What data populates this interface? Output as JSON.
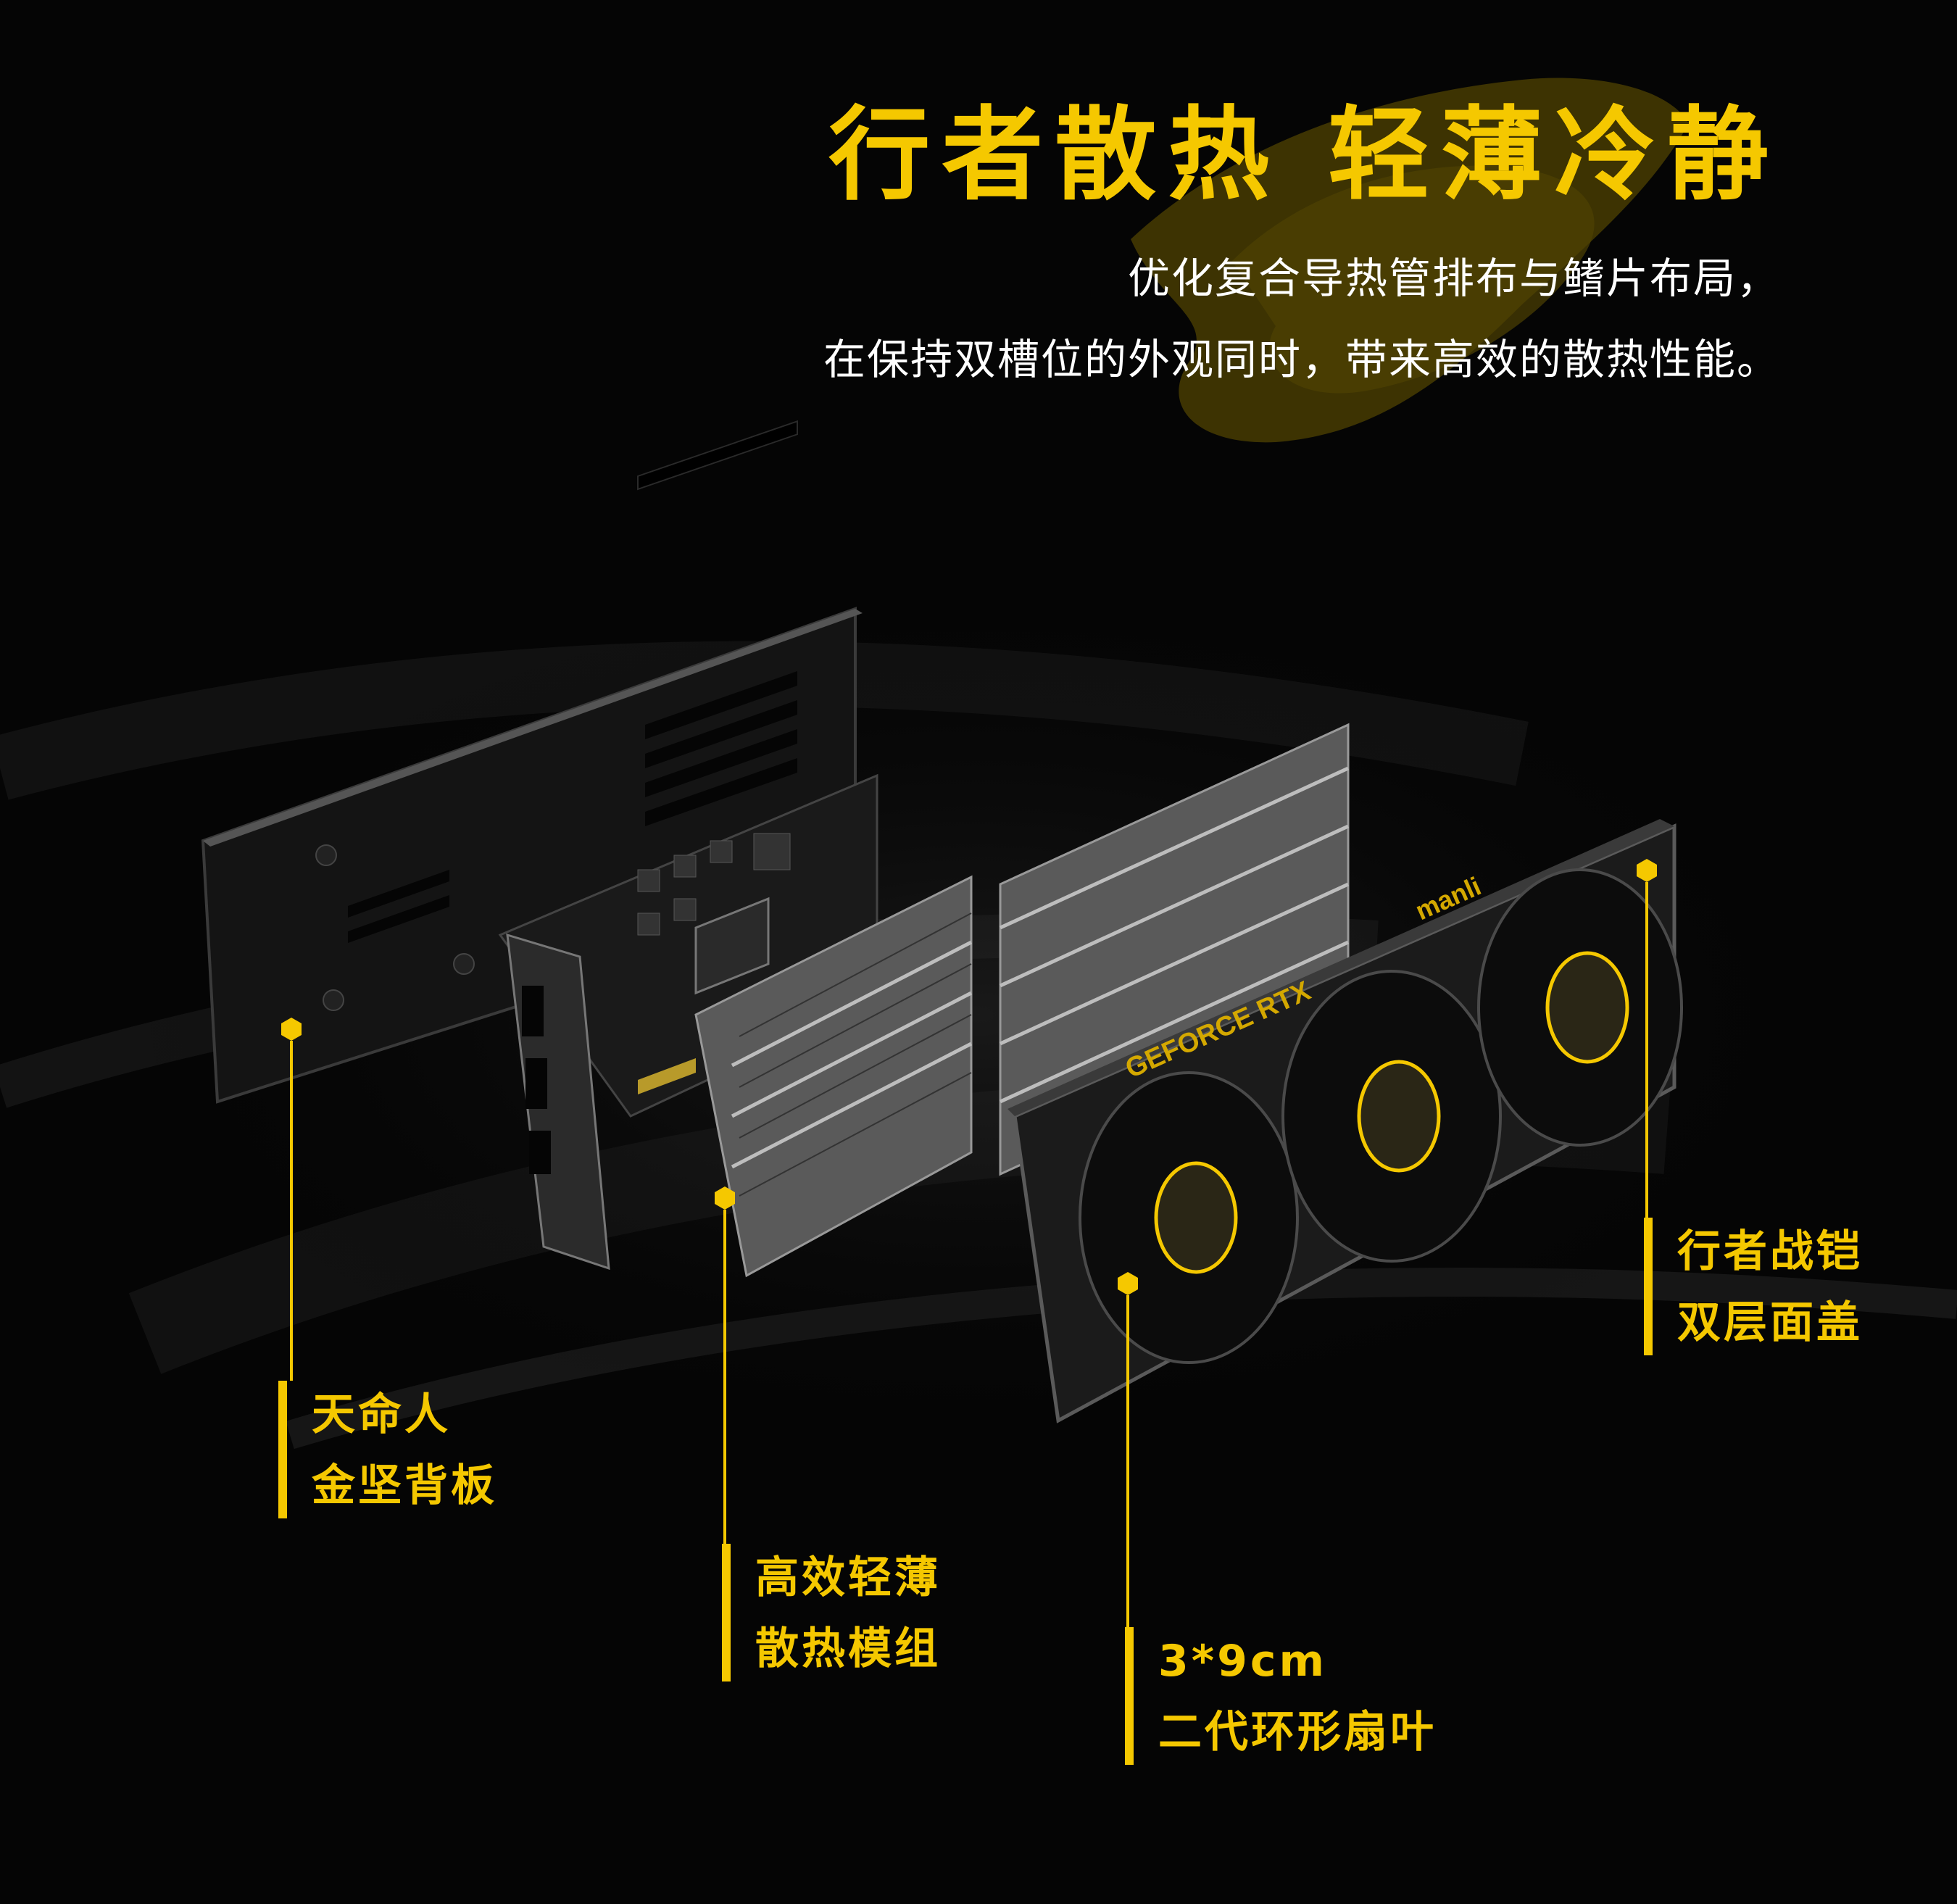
{
  "header": {
    "title": "行者散热 轻薄冷静",
    "subtitle_line1": "优化复合导热管排布与鳍片布局，",
    "subtitle_line2": "在保持双槽位的外观同时，带来高效的散热性能。"
  },
  "product": {
    "brand_text": "manli",
    "model_text": "GEFORCE RTX"
  },
  "callouts": [
    {
      "id": "backplate",
      "line1": "天命人",
      "line2": "金坚背板"
    },
    {
      "id": "heatsink",
      "line1": "高效轻薄",
      "line2": "散热模组"
    },
    {
      "id": "fans",
      "line1": "3*9cm",
      "line2": "二代环形扇叶"
    },
    {
      "id": "shroud",
      "line1": "行者战铠",
      "line2": "双层面盖"
    }
  ],
  "colors": {
    "accent": "#f5c800",
    "background": "#050505",
    "text": "#ffffff"
  }
}
